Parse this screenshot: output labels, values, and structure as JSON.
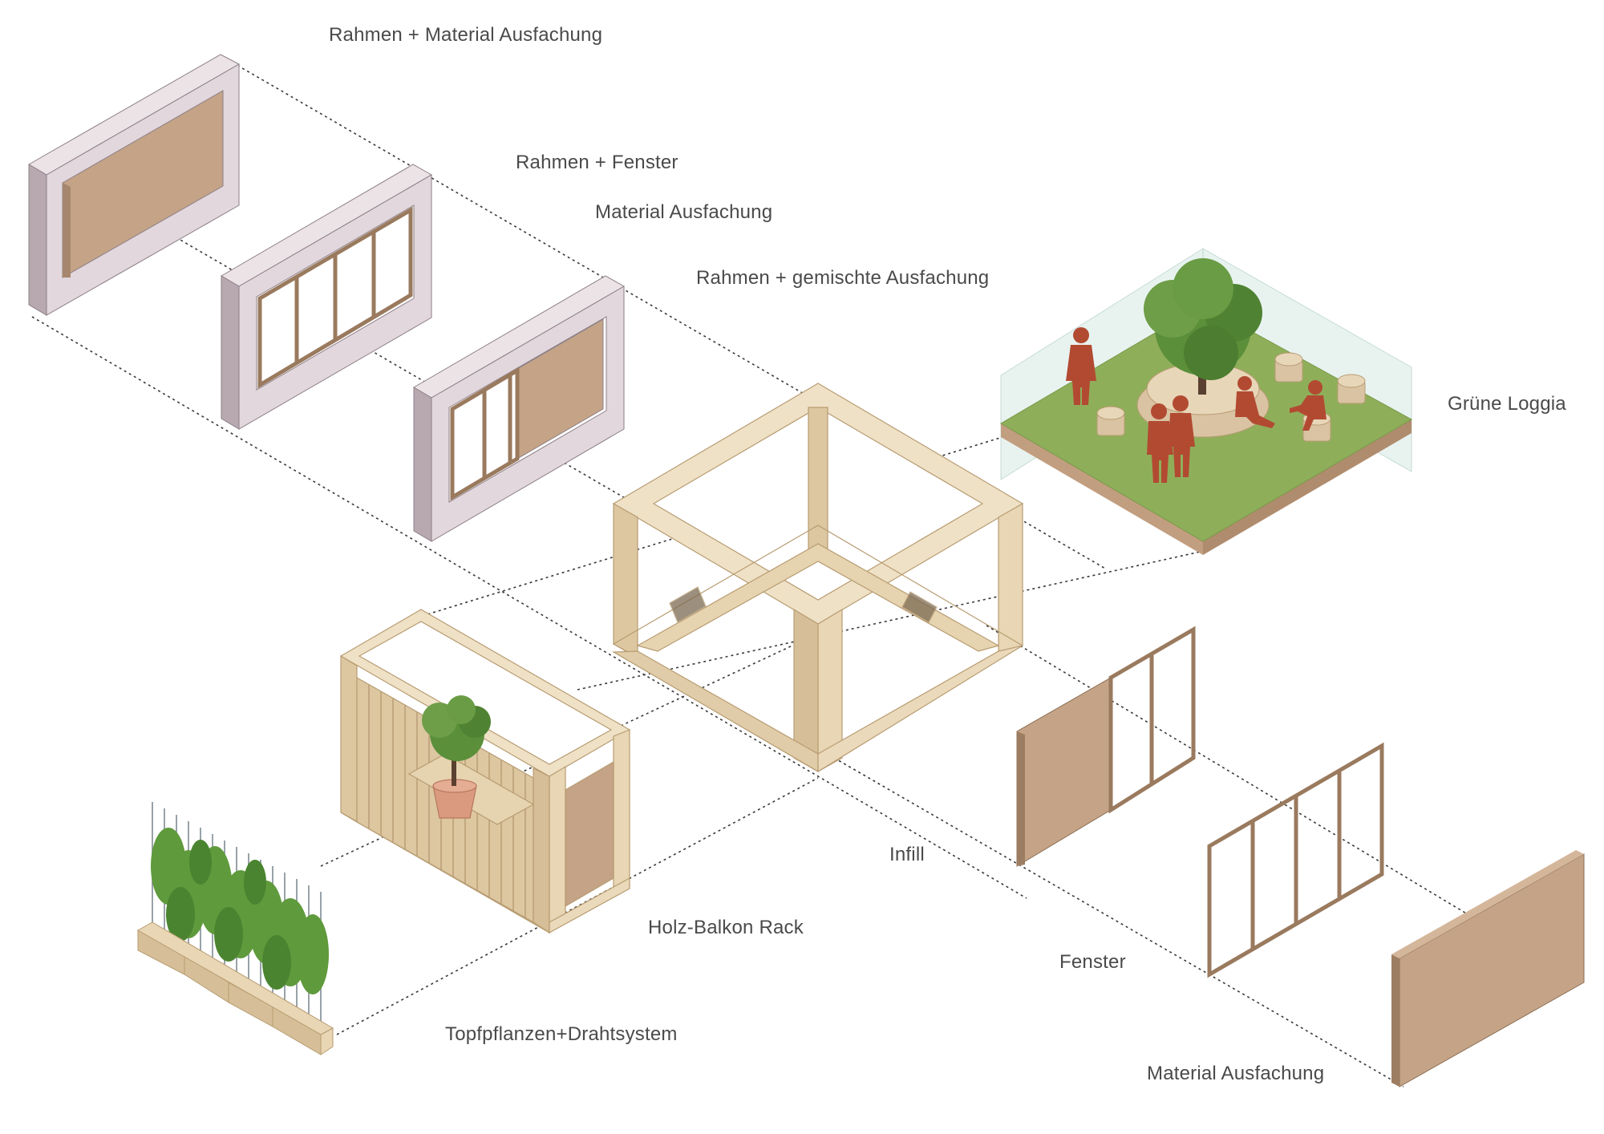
{
  "labels": {
    "rahmen_material": "Rahmen + Material Ausfachung",
    "rahmen_fenster": "Rahmen + Fenster",
    "material_ausfachung_top": "Material Ausfachung",
    "rahmen_gemischt": "Rahmen + gemischte Ausfachung",
    "gruene_loggia": "Grüne Loggia",
    "infill": "Infill",
    "holz_balkon": "Holz-Balkon Rack",
    "fenster": "Fenster",
    "topfpflanzen": "Topfpflanzen+Drahtsystem",
    "material_ausfachung_bottom": "Material Ausfachung"
  },
  "colors": {
    "frame_light": "#e6dbe0",
    "frame_mid": "#cfc1c8",
    "frame_dark": "#b8a9b1",
    "infill_brown": "#c4a387",
    "timber_light": "#efe1c6",
    "timber_mid": "#dcc7a1",
    "timber_dark": "#c9b089",
    "grass": "#8fae5a",
    "figure": "#b24a32",
    "foliage": "#5b8f3a",
    "line": "#333333"
  }
}
